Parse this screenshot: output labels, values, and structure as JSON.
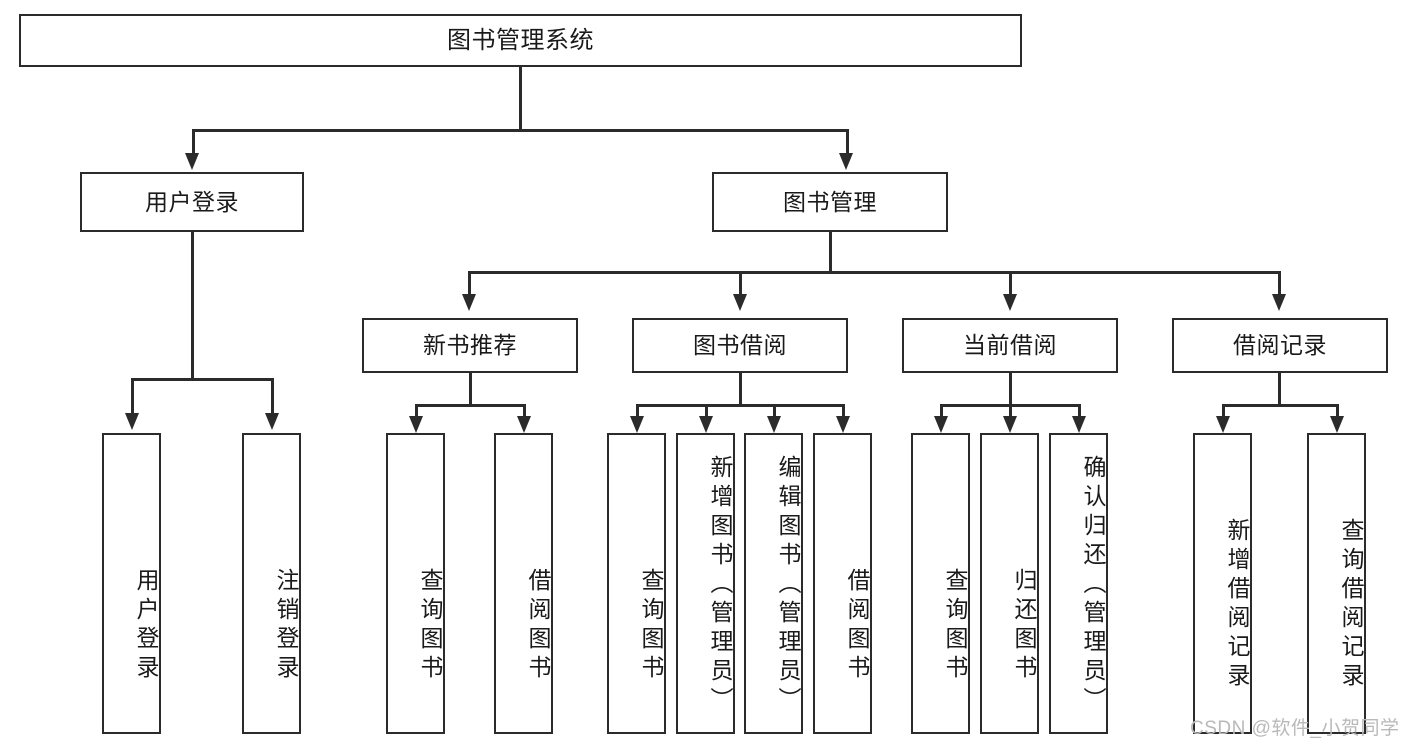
{
  "diagram": {
    "title": "图书管理系统",
    "type": "tree",
    "orientation": "top-down",
    "colors": {
      "stroke": "#2b2b2b",
      "fill": "#ffffff",
      "text": "#1a1a1a",
      "watermark": "#b9b9b9"
    },
    "root": {
      "label": "图书管理系统"
    },
    "level2": [
      {
        "label": "用户登录"
      },
      {
        "label": "图书管理"
      }
    ],
    "level3": [
      {
        "label": "新书推荐"
      },
      {
        "label": "图书借阅"
      },
      {
        "label": "当前借阅"
      },
      {
        "label": "借阅记录"
      }
    ],
    "leaves": {
      "user_login": [
        {
          "label": "用户登录"
        },
        {
          "label": "注销登录"
        }
      ],
      "new_book_recommend": [
        {
          "label": "查询图书"
        },
        {
          "label": "借阅图书"
        }
      ],
      "book_borrow": [
        {
          "label": "查询图书"
        },
        {
          "label": "新增图书（管理员）"
        },
        {
          "label": "编辑图书（管理员）"
        },
        {
          "label": "借阅图书"
        }
      ],
      "current_borrow": [
        {
          "label": "查询图书"
        },
        {
          "label": "归还图书"
        },
        {
          "label": "确认归还（管理员）"
        }
      ],
      "borrow_records": [
        {
          "label": "新增借阅记录"
        },
        {
          "label": "查询借阅记录"
        }
      ]
    }
  },
  "watermark": {
    "text": "CSDN @软件_小贺同学"
  }
}
